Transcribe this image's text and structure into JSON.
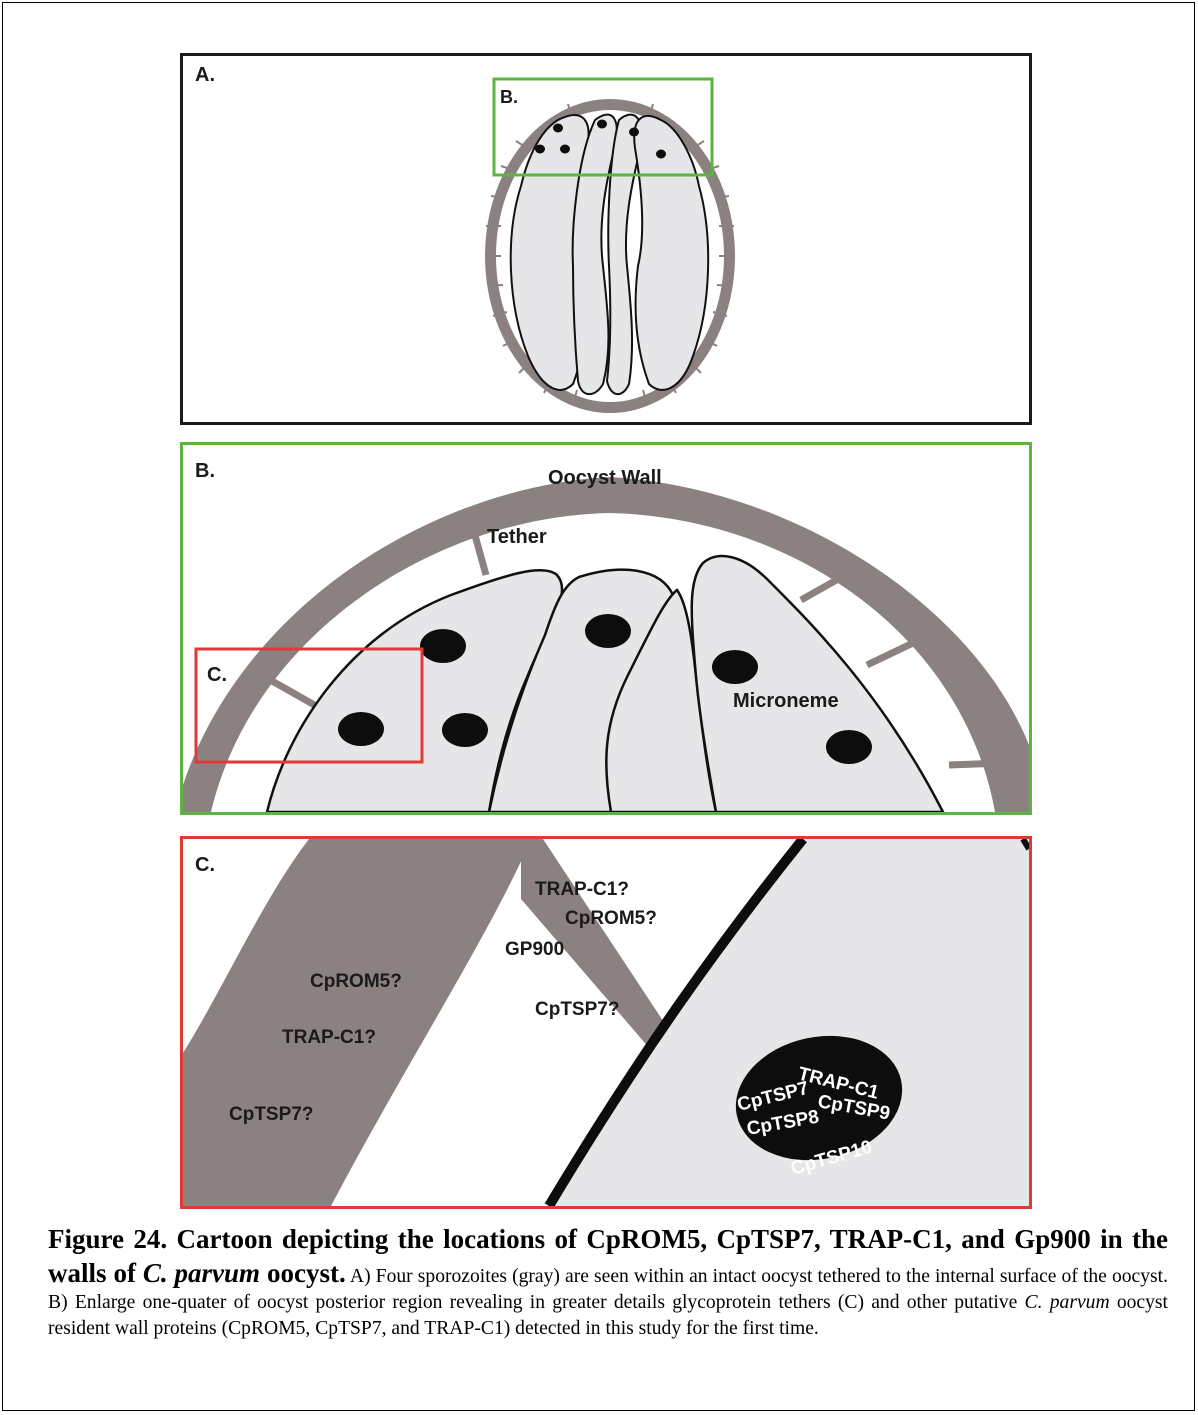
{
  "colors": {
    "wall": "#8c8181",
    "sporozoite_fill": "#e6e6e9",
    "panel_a_border": "#1a1a1a",
    "panel_b_border": "#5bb540",
    "panel_c_border": "#e03a36",
    "microneme": "#0d0d0d"
  },
  "panel_a": {
    "label": "A.",
    "inset_label": "B."
  },
  "panel_b": {
    "label": "B.",
    "wall_label": "Oocyst Wall",
    "tether_label": "Tether",
    "microneme_label": "Microneme",
    "inset_label": "C."
  },
  "panel_c": {
    "label": "C.",
    "wall_labels": [
      "CpROM5?",
      "TRAP-C1?",
      "CpTSP7?"
    ],
    "tether_labels": [
      "TRAP-C1?",
      "CpROM5?"
    ],
    "gp900_label": "GP900",
    "tether_base_label": "CpTSP7?",
    "microneme_labels": [
      "TRAP-C1",
      "CpTSP7",
      "CpTSP9",
      "CpTSP8",
      "CpTSP10"
    ]
  },
  "caption": {
    "figure_label": "Figure 24. Cartoon depicting the locations of CpROM5, CpTSP7, TRAP-C1, and Gp900 in the walls of ",
    "title_italic": "C. parvum",
    "title_end": " oocyst.",
    "body_1": "A) Four sporozoites (gray) are seen within an intact oocyst tethered to the internal surface of the oocyst. B) Enlarge one-quater of oocyst posterior region revealing in greater details glycoprotein tethers (C) and other putative ",
    "body_italic": "C. parvum",
    "body_2": " oocyst resident wall proteins (CpROM5, CpTSP7, and TRAP-C1) detected in this study for the first time."
  }
}
